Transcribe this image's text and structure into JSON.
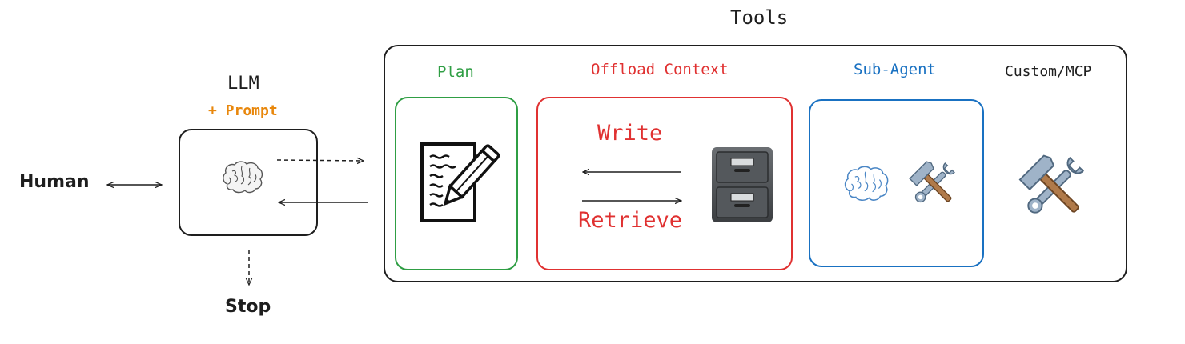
{
  "diagram": {
    "tools_title": "Tools",
    "llm": {
      "title": "LLM",
      "subtitle": "+ Prompt"
    },
    "human_label": "Human",
    "stop_label": "Stop",
    "sections": {
      "plan": {
        "label": "Plan"
      },
      "offload": {
        "label": "Offload Context",
        "write": "Write",
        "retrieve": "Retrieve"
      },
      "subagent": {
        "label": "Sub-Agent"
      },
      "custom": {
        "label": "Custom/MCP"
      }
    }
  },
  "colors": {
    "ink": "#1e1e1e",
    "green": "#2f9e44",
    "red": "#e03131",
    "blue": "#1971c2",
    "orange": "#e8870c"
  },
  "icons": [
    "brain-icon",
    "notepad-pencil-icon",
    "filing-cabinet-icon",
    "hammer-wrench-icon"
  ]
}
